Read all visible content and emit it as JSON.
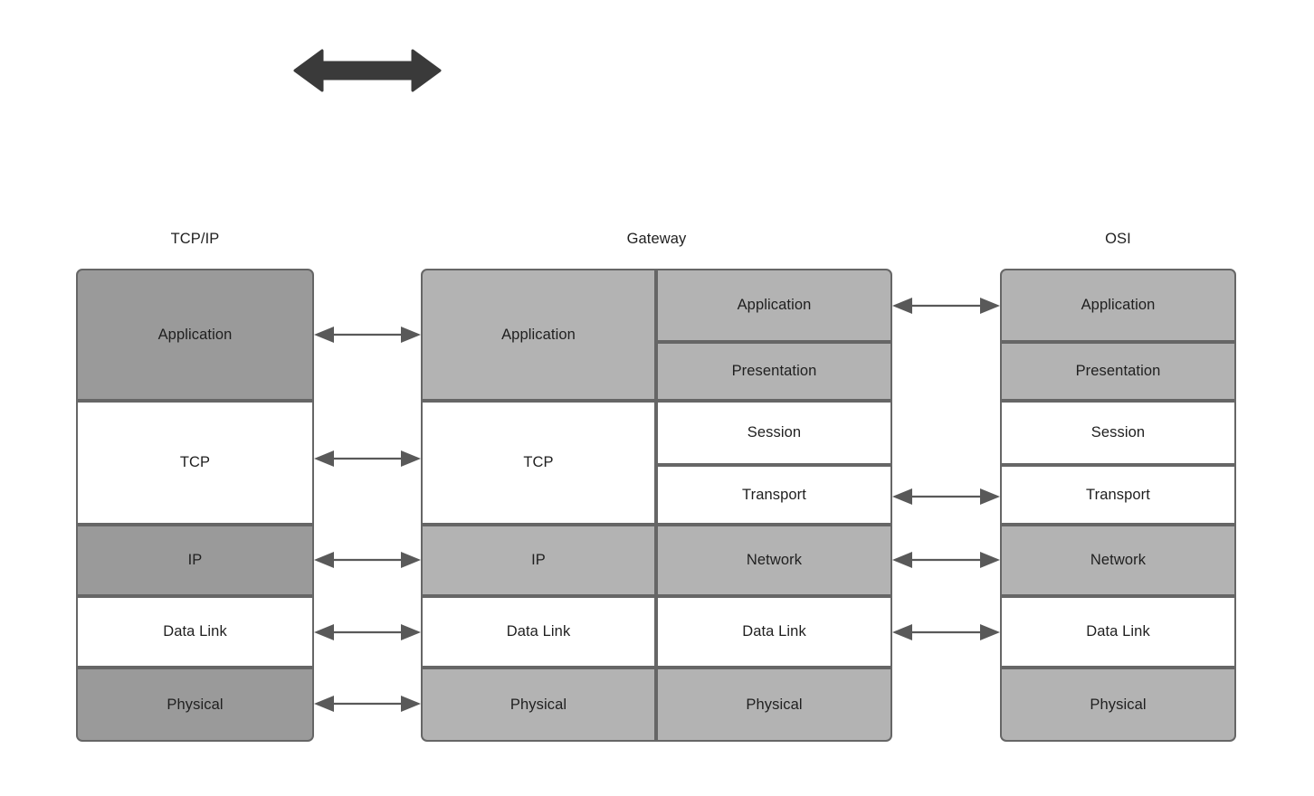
{
  "diagram": {
    "title_top_arrow": "bidirectional-arrow",
    "colors": {
      "dark_gray_fill": "#9a9a9a",
      "gray_fill": "#b3b3b3",
      "white_fill": "#ffffff",
      "border": "#666666",
      "text": "#1f1f1f",
      "arrow": "#595959",
      "top_arrow": "#3a3a3a",
      "background": "#ffffff"
    },
    "columns": [
      {
        "id": "tcpip",
        "title": "TCP/IP",
        "layers": [
          {
            "label": "Application",
            "fill": "dark"
          },
          {
            "label": "TCP",
            "fill": "white"
          },
          {
            "label": "IP",
            "fill": "dark"
          },
          {
            "label": "Data Link",
            "fill": "white"
          },
          {
            "label": "Physical",
            "fill": "dark"
          }
        ]
      },
      {
        "id": "gateway",
        "title": "Gateway",
        "left_layers": [
          {
            "label": "Application",
            "fill": "gray"
          },
          {
            "label": "TCP",
            "fill": "white"
          },
          {
            "label": "IP",
            "fill": "gray"
          },
          {
            "label": "Data Link",
            "fill": "white"
          },
          {
            "label": "Physical",
            "fill": "gray"
          }
        ],
        "right_layers": [
          {
            "label": "Application",
            "fill": "gray"
          },
          {
            "label": "Presentation",
            "fill": "gray"
          },
          {
            "label": "Session",
            "fill": "white"
          },
          {
            "label": "Transport",
            "fill": "white"
          },
          {
            "label": "Network",
            "fill": "gray"
          },
          {
            "label": "Data Link",
            "fill": "white"
          },
          {
            "label": "Physical",
            "fill": "gray"
          }
        ]
      },
      {
        "id": "osi",
        "title": "OSI",
        "layers": [
          {
            "label": "Application",
            "fill": "gray"
          },
          {
            "label": "Presentation",
            "fill": "gray"
          },
          {
            "label": "Session",
            "fill": "white"
          },
          {
            "label": "Transport",
            "fill": "white"
          },
          {
            "label": "Network",
            "fill": "gray"
          },
          {
            "label": "Data Link",
            "fill": "white"
          },
          {
            "label": "Physical",
            "fill": "gray"
          }
        ]
      }
    ],
    "left_connectors": [
      {
        "from": "Application",
        "to": "Application"
      },
      {
        "from": "TCP",
        "to": "TCP"
      },
      {
        "from": "IP",
        "to": "IP"
      },
      {
        "from": "Data Link",
        "to": "Data Link"
      },
      {
        "from": "Physical",
        "to": "Physical"
      }
    ],
    "right_connectors": [
      {
        "from": "Application",
        "to": "Application"
      },
      {
        "from": "Transport",
        "to": "Transport"
      },
      {
        "from": "Network",
        "to": "Network"
      },
      {
        "from": "Data Link",
        "to": "Data Link"
      }
    ]
  }
}
